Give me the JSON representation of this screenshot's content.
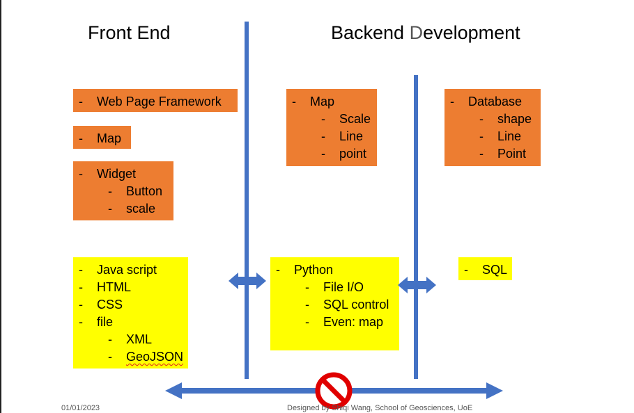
{
  "headings": {
    "front_end": "Front End",
    "backend_first": "Backend ",
    "backend_dim": "D",
    "backend_rest": "evelopment"
  },
  "boxes": {
    "web_framework": {
      "items": [
        {
          "dash": "-",
          "text": "Web Page Framework"
        }
      ]
    },
    "map": {
      "items": [
        {
          "dash": "-",
          "text": "Map"
        }
      ]
    },
    "widget": {
      "items": [
        {
          "dash": "-",
          "text": "Widget"
        },
        {
          "dash": "-",
          "text": "Button"
        },
        {
          "dash": "-",
          "text": "scale"
        }
      ]
    },
    "backend_map": {
      "items": [
        {
          "dash": "-",
          "text": "Map"
        },
        {
          "dash": "-",
          "text": "Scale"
        },
        {
          "dash": "-",
          "text": "Line"
        },
        {
          "dash": "-",
          "text": "point"
        }
      ]
    },
    "database": {
      "items": [
        {
          "dash": "-",
          "text": "Database"
        },
        {
          "dash": "-",
          "text": "shape"
        },
        {
          "dash": "-",
          "text": "Line"
        },
        {
          "dash": "-",
          "text": "Point"
        }
      ]
    },
    "frontend_tech": {
      "items": [
        {
          "dash": "-",
          "text": "Java script"
        },
        {
          "dash": "-",
          "text": "HTML"
        },
        {
          "dash": "-",
          "text": "CSS"
        },
        {
          "dash": "-",
          "text": "file"
        },
        {
          "dash": "-",
          "text": "XML"
        },
        {
          "dash": "-",
          "text": "GeoJSON"
        }
      ]
    },
    "python": {
      "items": [
        {
          "dash": "-",
          "text": "Python"
        },
        {
          "dash": "-",
          "text": "File I/O"
        },
        {
          "dash": "-",
          "text": "SQL control"
        },
        {
          "dash": "-",
          "text": "Even: map"
        }
      ]
    },
    "sql": {
      "items": [
        {
          "dash": "-",
          "text": "SQL"
        }
      ]
    }
  },
  "footer": {
    "date": "01/01/2023",
    "credit": "Designed by Shiqi Wang, School of Geosciences, UoE"
  },
  "colors": {
    "line_blue": "#4472c4",
    "box_orange": "#ed7d31",
    "box_yellow": "#ffff00",
    "no_sign_red": "#e00000"
  },
  "icons": {
    "no_sign": "prohibited-sign-icon"
  }
}
